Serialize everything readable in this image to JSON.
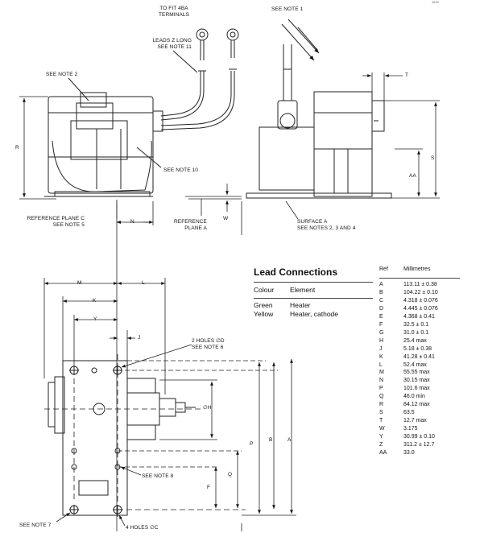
{
  "labels": {
    "to_fit": "TO FIT 4BA\nTERMINALS",
    "see_note_1": "SEE NOTE 1",
    "leads_z": "LEADS Z LONG\nSEE NOTE 11",
    "see_note_2": "SEE NOTE 2",
    "T": "T",
    "R": "R",
    "S": "S",
    "AA": "AA",
    "see_note_10": "SEE NOTE 10",
    "ref_plane_c": "REFERENCE PLANE C\nSEE NOTE 5",
    "N": "N",
    "ref_plane_a": "REFERENCE\nPLANE A",
    "W": "W",
    "surface_a": "SURFACE A\nSEE NOTES 2, 3 AND 4",
    "M": "M",
    "L": "L",
    "K": "K",
    "Y": "Y",
    "J": "J",
    "two_holes": "2 HOLES ∅D\nSEE NOTE 6",
    "dia_H": "∅H",
    "P": "P",
    "B": "B",
    "A": "A",
    "Q": "Q",
    "F": "F",
    "see_note_8": "SEE NOTE 8",
    "see_note_7": "SEE NOTE 7",
    "four_holes": "4 HOLES ∅C",
    "corner_mark": "4620"
  },
  "lead_connections": {
    "title": "Lead Connections",
    "header": [
      "Colour",
      "Element"
    ],
    "rows": [
      [
        "Green",
        "Heater"
      ],
      [
        "Yellow",
        "Heater, cathode"
      ]
    ]
  },
  "ref_table": {
    "header": [
      "Ref",
      "Millimetres"
    ],
    "rows": [
      [
        "A",
        "113.11 ± 0.38"
      ],
      [
        "B",
        "104.22 ± 0.10"
      ],
      [
        "C",
        "4.318 ± 0.076"
      ],
      [
        "D",
        "4.445 ± 0.076"
      ],
      [
        "E",
        "4.368 ± 0.41"
      ],
      [
        "F",
        "32.5 ± 0.1"
      ],
      [
        "G",
        "31.0 ± 0.1"
      ],
      [
        "H",
        "25.4 max"
      ],
      [
        "J",
        "5.18 ± 0.38"
      ],
      [
        "K",
        "41.28 ± 0.41"
      ],
      [
        "L",
        "52.4 max"
      ],
      [
        "M",
        "55.55 max"
      ],
      [
        "N",
        "30.15 max"
      ],
      [
        "P",
        "101.6 max"
      ],
      [
        "Q",
        "46.0 min"
      ],
      [
        "R",
        "84.12 max"
      ],
      [
        "S",
        "63.5"
      ],
      [
        "T",
        "12.7 max"
      ],
      [
        "W",
        "3.175"
      ],
      [
        "Y",
        "30.99 ± 0.10"
      ],
      [
        "Z",
        "311.2 ± 12.7"
      ],
      [
        "AA",
        "33.0"
      ]
    ]
  }
}
